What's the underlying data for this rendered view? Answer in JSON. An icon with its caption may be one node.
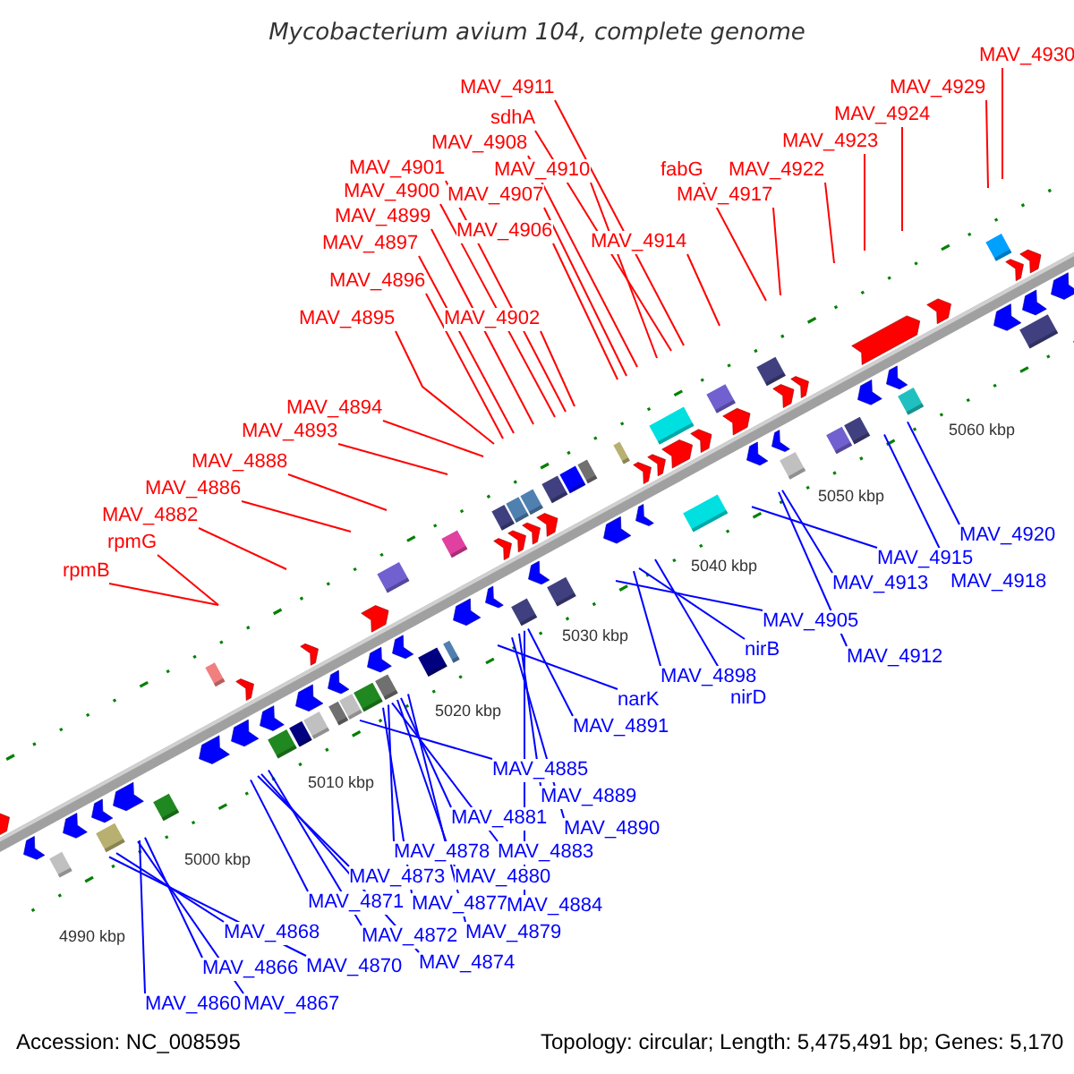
{
  "diagram": {
    "title": "Mycobacterium avium 104, complete genome",
    "nodes": [
      {
        "text": [
          "MAV_4930"
        ]
      },
      {
        "text": [
          "MAV_4911"
        ]
      },
      {
        "text": [
          "MAV_4929"
        ]
      },
      {
        "text": [
          "MAV_4924"
        ]
      },
      {
        "text": [
          "sdhA"
        ]
      },
      {
        "text": [
          "MAV_4923"
        ]
      },
      {
        "text": [
          "MAV_4908"
        ]
      },
      {
        "text": [
          "MAV_4901"
        ]
      },
      {
        "text": [
          "MAV_4910"
        ]
      },
      {
        "text": [
          "fabG"
        ]
      },
      {
        "text": [
          "MAV_4922"
        ]
      },
      {
        "text": [
          "MAV_4900"
        ]
      },
      {
        "text": [
          "MAV_4907"
        ]
      },
      {
        "text": [
          "MAV_4917"
        ]
      },
      {
        "text": [
          "MAV_4899"
        ]
      },
      {
        "text": [
          "MAV_4906"
        ]
      },
      {
        "text": [
          "MAV_4914"
        ]
      },
      {
        "text": [
          "MAV_4897"
        ]
      },
      {
        "text": [
          "MAV_4896"
        ]
      },
      {
        "text": [
          "MAV_4895"
        ]
      },
      {
        "text": [
          "MAV_4902"
        ]
      },
      {
        "text": [
          "MAV_4894"
        ]
      },
      {
        "text": [
          "MAV_4893"
        ]
      },
      {
        "text": [
          "MAV_4888"
        ]
      },
      {
        "text": [
          "MAV_4886"
        ]
      },
      {
        "text": [
          "MAV_4882"
        ]
      },
      {
        "text": [
          "rpmG"
        ]
      },
      {
        "text": [
          "rpmB"
        ]
      },
      {
        "text": [
          "MAV_4920"
        ]
      },
      {
        "text": [
          "MAV_4915"
        ]
      },
      {
        "text": [
          "MAV_4918"
        ]
      },
      {
        "text": [
          "MAV_4913"
        ]
      },
      {
        "text": [
          "MAV_4905"
        ]
      },
      {
        "text": [
          "nirB"
        ]
      },
      {
        "text": [
          "MAV_4912"
        ]
      },
      {
        "text": [
          "MAV_4898"
        ]
      },
      {
        "text": [
          "nirD"
        ]
      },
      {
        "text": [
          "narK"
        ]
      },
      {
        "text": [
          "MAV_4891"
        ]
      },
      {
        "text": [
          "MAV_4885"
        ]
      },
      {
        "text": [
          "MAV_4889"
        ]
      },
      {
        "text": [
          "MAV_4881"
        ]
      },
      {
        "text": [
          "MAV_4890"
        ]
      },
      {
        "text": [
          "MAV_4878"
        ]
      },
      {
        "text": [
          "MAV_4883"
        ]
      },
      {
        "text": [
          "MAV_4873"
        ]
      },
      {
        "text": [
          "MAV_4880"
        ]
      },
      {
        "text": [
          "MAV_4871"
        ]
      },
      {
        "text": [
          "MAV_4877"
        ]
      },
      {
        "text": [
          "MAV_4884"
        ]
      },
      {
        "text": [
          "MAV_4868"
        ]
      },
      {
        "text": [
          "MAV_4879"
        ]
      },
      {
        "text": [
          "MAV_4872"
        ]
      },
      {
        "text": [
          "MAV_4874"
        ]
      },
      {
        "text": [
          "MAV_4870"
        ]
      },
      {
        "text": [
          "MAV_4866"
        ]
      },
      {
        "text": [
          "MAV_4860"
        ]
      },
      {
        "text": [
          "MAV_4867"
        ]
      }
    ],
    "edges": [
      {
        "from": 0,
        "to": null,
        "arrow": "none",
        "color": "#ff0000"
      },
      {
        "from": 1,
        "to": null,
        "arrow": "none",
        "color": "#ff0000"
      },
      {
        "from": 2,
        "to": null,
        "arrow": "none",
        "color": "#ff0000"
      },
      {
        "from": 3,
        "to": null,
        "arrow": "none",
        "color": "#ff0000"
      },
      {
        "from": 4,
        "to": null,
        "arrow": "none",
        "color": "#ff0000"
      },
      {
        "from": 5,
        "to": null,
        "arrow": "none",
        "color": "#ff0000"
      },
      {
        "from": 6,
        "to": null,
        "arrow": "none",
        "color": "#ff0000"
      },
      {
        "from": 7,
        "to": null,
        "arrow": "none",
        "color": "#ff0000"
      },
      {
        "from": 8,
        "to": null,
        "arrow": "none",
        "color": "#ff0000"
      },
      {
        "from": 9,
        "to": null,
        "arrow": "none",
        "color": "#ff0000"
      },
      {
        "from": 10,
        "to": null,
        "arrow": "none",
        "color": "#ff0000"
      },
      {
        "from": 11,
        "to": null,
        "arrow": "none",
        "color": "#ff0000"
      },
      {
        "from": 12,
        "to": null,
        "arrow": "none",
        "color": "#ff0000"
      },
      {
        "from": 13,
        "to": null,
        "arrow": "none",
        "color": "#ff0000"
      },
      {
        "from": 14,
        "to": null,
        "arrow": "none",
        "color": "#ff0000"
      },
      {
        "from": 15,
        "to": null,
        "arrow": "none",
        "color": "#ff0000"
      },
      {
        "from": 16,
        "to": null,
        "arrow": "none",
        "color": "#ff0000"
      },
      {
        "from": 17,
        "to": null,
        "arrow": "none",
        "color": "#ff0000"
      },
      {
        "from": 18,
        "to": null,
        "arrow": "none",
        "color": "#ff0000"
      },
      {
        "from": 19,
        "to": null,
        "arrow": "none",
        "color": "#ff0000"
      },
      {
        "from": 20,
        "to": null,
        "arrow": "none",
        "color": "#ff0000"
      },
      {
        "from": 21,
        "to": null,
        "arrow": "none",
        "color": "#ff0000"
      },
      {
        "from": 22,
        "to": null,
        "arrow": "none",
        "color": "#ff0000"
      },
      {
        "from": 23,
        "to": null,
        "arrow": "none",
        "color": "#ff0000"
      },
      {
        "from": 24,
        "to": null,
        "arrow": "none",
        "color": "#ff0000"
      },
      {
        "from": 25,
        "to": null,
        "arrow": "none",
        "color": "#ff0000"
      },
      {
        "from": 26,
        "to": null,
        "arrow": "none",
        "color": "#ff0000"
      },
      {
        "from": 27,
        "to": null,
        "arrow": "none",
        "color": "#ff0000"
      },
      {
        "from": 28,
        "to": null,
        "arrow": "none",
        "color": "#0000ff"
      },
      {
        "from": 29,
        "to": null,
        "arrow": "none",
        "color": "#0000ff"
      },
      {
        "from": 30,
        "to": null,
        "arrow": "none",
        "color": "#0000ff"
      },
      {
        "from": 31,
        "to": null,
        "arrow": "none",
        "color": "#0000ff"
      },
      {
        "from": 32,
        "to": null,
        "arrow": "none",
        "color": "#0000ff"
      },
      {
        "from": 33,
        "to": null,
        "arrow": "none",
        "color": "#0000ff"
      },
      {
        "from": 34,
        "to": null,
        "arrow": "none",
        "color": "#0000ff"
      },
      {
        "from": 35,
        "to": null,
        "arrow": "none",
        "color": "#0000ff"
      },
      {
        "from": 36,
        "to": null,
        "arrow": "none",
        "color": "#0000ff"
      },
      {
        "from": 37,
        "to": null,
        "arrow": "none",
        "color": "#0000ff"
      },
      {
        "from": 38,
        "to": null,
        "arrow": "none",
        "color": "#0000ff"
      },
      {
        "from": 39,
        "to": null,
        "arrow": "none",
        "color": "#0000ff"
      },
      {
        "from": 40,
        "to": null,
        "arrow": "none",
        "color": "#0000ff"
      },
      {
        "from": 41,
        "to": null,
        "arrow": "none",
        "color": "#0000ff"
      },
      {
        "from": 42,
        "to": null,
        "arrow": "none",
        "color": "#0000ff"
      },
      {
        "from": 43,
        "to": null,
        "arrow": "none",
        "color": "#0000ff"
      },
      {
        "from": 44,
        "to": null,
        "arrow": "none",
        "color": "#0000ff"
      },
      {
        "from": 45,
        "to": null,
        "arrow": "none",
        "color": "#0000ff"
      },
      {
        "from": 46,
        "to": null,
        "arrow": "none",
        "color": "#0000ff"
      },
      {
        "from": 47,
        "to": null,
        "arrow": "none",
        "color": "#0000ff"
      },
      {
        "from": 48,
        "to": null,
        "arrow": "none",
        "color": "#0000ff"
      },
      {
        "from": 49,
        "to": null,
        "arrow": "none",
        "color": "#0000ff"
      },
      {
        "from": 50,
        "to": null,
        "arrow": "none",
        "color": "#0000ff"
      },
      {
        "from": 51,
        "to": null,
        "arrow": "none",
        "color": "#0000ff"
      },
      {
        "from": 52,
        "to": null,
        "arrow": "none",
        "color": "#0000ff"
      },
      {
        "from": 53,
        "to": null,
        "arrow": "none",
        "color": "#0000ff"
      },
      {
        "from": 54,
        "to": null,
        "arrow": "none",
        "color": "#0000ff"
      },
      {
        "from": 55,
        "to": null,
        "arrow": "none",
        "color": "#0000ff"
      },
      {
        "from": 56,
        "to": null,
        "arrow": "none",
        "color": "#0000ff"
      },
      {
        "from": 57,
        "to": null,
        "arrow": "none",
        "color": "#0000ff"
      }
    ],
    "labels": [
      "5060 kbp",
      "5050 kbp",
      "5040 kbp",
      "5030 kbp",
      "5020 kbp",
      "5010 kbp",
      "5000 kbp",
      "4990 kbp",
      "Accession: NC_008595",
      "Topology: circular; Length: 5,475,491 bp; Genes: 5,170"
    ]
  }
}
